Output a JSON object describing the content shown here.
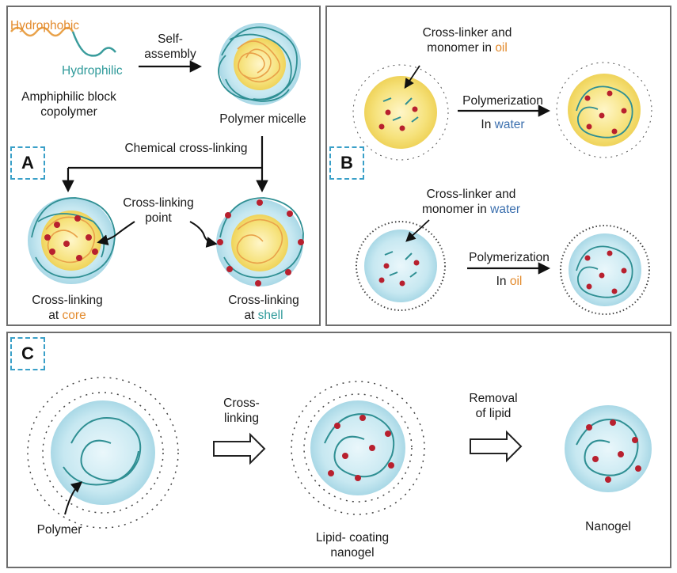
{
  "panels": {
    "a": {
      "badge": "A",
      "hydrophobic": "Hydrophobic",
      "hydrophilic": "Hydrophilic",
      "amphiphilic_line1": "Amphiphilic block",
      "amphiphilic_line2": "copolymer",
      "self_assembly_line1": "Self-",
      "self_assembly_line2": "assembly",
      "polymer_micelle": "Polymer micelle",
      "chemical_crosslinking": "Chemical cross-linking",
      "crosslinking_point_line1": "Cross-linking",
      "crosslinking_point_line2": "point",
      "core_line1": "Cross-linking",
      "core_line2_prefix": "at ",
      "core_line2_word": "core",
      "shell_line1": "Cross-linking",
      "shell_line2_prefix": "at ",
      "shell_line2_word": "shell"
    },
    "b": {
      "badge": "B",
      "top_label_line1": "Cross-linker and",
      "top_label_line2_prefix": "monomer in ",
      "top_label_line2_word": "oil",
      "polymerization_top": "Polymerization",
      "in_water_prefix": "In ",
      "in_water_word": "water",
      "bottom_label_line1": "Cross-linker and",
      "bottom_label_line2_prefix": "monomer in ",
      "bottom_label_line2_word": "water",
      "polymerization_bottom": "Polymerization",
      "in_oil_prefix": "In ",
      "in_oil_word": "oil"
    },
    "c": {
      "badge": "C",
      "crosslinking_line1": "Cross-",
      "crosslinking_line2": "linking",
      "removal_line1": "Removal",
      "removal_line2": "of lipid",
      "polymer": "Polymer",
      "lipid_line1": "Lipid- coating",
      "lipid_line2": "nanogel",
      "nanogel": "Nanogel"
    }
  },
  "colors": {
    "hydrophobic": "#e38a2c",
    "hydrophilic": "#2f9a9a",
    "water": "#3b6fae",
    "badge_border": "#3aa0c8",
    "crosslink_point": "#b8202e",
    "core_yellow": "#f5e27a",
    "shell_blue": "#bfe3ee"
  }
}
